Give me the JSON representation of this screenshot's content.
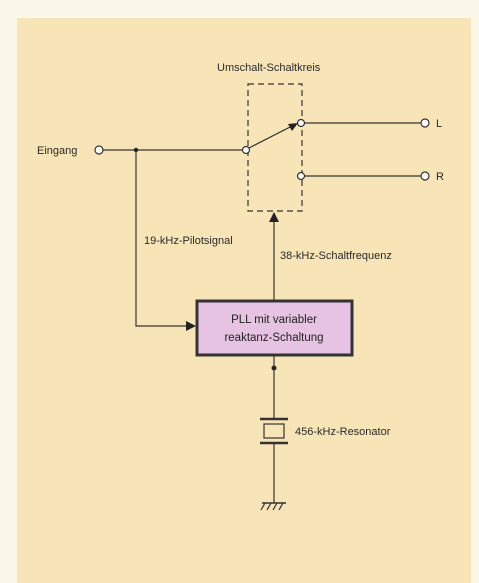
{
  "diagram": {
    "labels": {
      "switch_circuit": "Umschalt-Schaltkreis",
      "input": "Eingang",
      "output_left": "L",
      "output_right": "R",
      "pilot_signal": "19-kHz-Pilotsignal",
      "switch_frequency": "38-kHz-Schaltfrequenz",
      "pll_line1": "PLL mit variabler",
      "pll_line2": "reaktanz-Schaltung",
      "resonator": "456-kHz-Resonator"
    },
    "colors": {
      "background": "#f7e5b8",
      "pll_box_fill": "#e6c3e2",
      "line": "#333333"
    }
  }
}
